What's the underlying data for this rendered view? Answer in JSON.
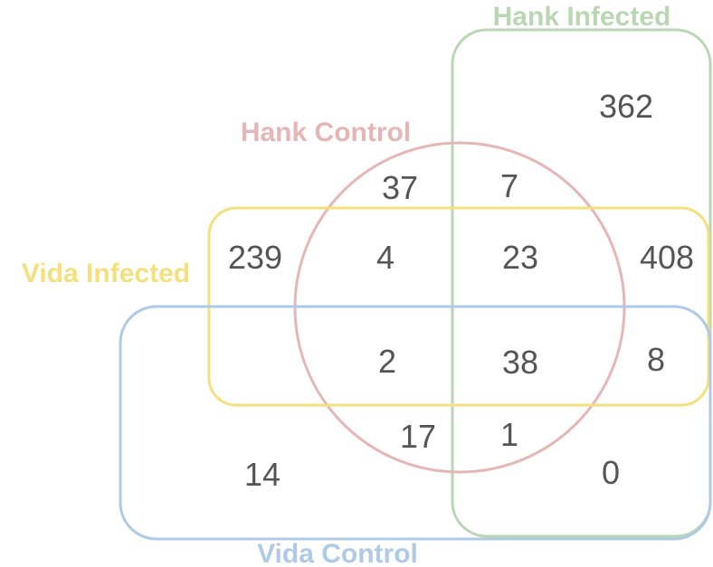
{
  "diagram": {
    "type": "venn",
    "sets": [
      {
        "id": "hank_infected",
        "label": "Hank Infected",
        "color": "#b9d7b3"
      },
      {
        "id": "hank_control",
        "label": "Hank Control",
        "color": "#e6b6b6"
      },
      {
        "id": "vida_infected",
        "label": "Vida Infected",
        "color": "#f5e07e"
      },
      {
        "id": "vida_control",
        "label": "Vida Control",
        "color": "#aecae6"
      }
    ],
    "regions": [
      {
        "sets": [
          "hank_infected"
        ],
        "count": "362"
      },
      {
        "sets": [
          "hank_control"
        ],
        "count": "37"
      },
      {
        "sets": [
          "hank_control",
          "hank_infected"
        ],
        "count": "7"
      },
      {
        "sets": [
          "vida_infected"
        ],
        "count": "239"
      },
      {
        "sets": [
          "vida_infected",
          "hank_control"
        ],
        "count": "4"
      },
      {
        "sets": [
          "vida_infected",
          "hank_control",
          "hank_infected"
        ],
        "count": "23"
      },
      {
        "sets": [
          "vida_infected",
          "hank_infected"
        ],
        "count": "408"
      },
      {
        "sets": [
          "vida_infected",
          "vida_control",
          "hank_control"
        ],
        "count": "2"
      },
      {
        "sets": [
          "vida_infected",
          "vida_control",
          "hank_control",
          "hank_infected"
        ],
        "count": "38"
      },
      {
        "sets": [
          "vida_infected",
          "vida_control",
          "hank_infected"
        ],
        "count": "8"
      },
      {
        "sets": [
          "vida_control",
          "hank_control"
        ],
        "count": "17"
      },
      {
        "sets": [
          "vida_control",
          "hank_control",
          "hank_infected"
        ],
        "count": "1"
      },
      {
        "sets": [
          "vida_control"
        ],
        "count": "14"
      },
      {
        "sets": [
          "vida_control",
          "hank_infected"
        ],
        "count": "0"
      }
    ]
  }
}
